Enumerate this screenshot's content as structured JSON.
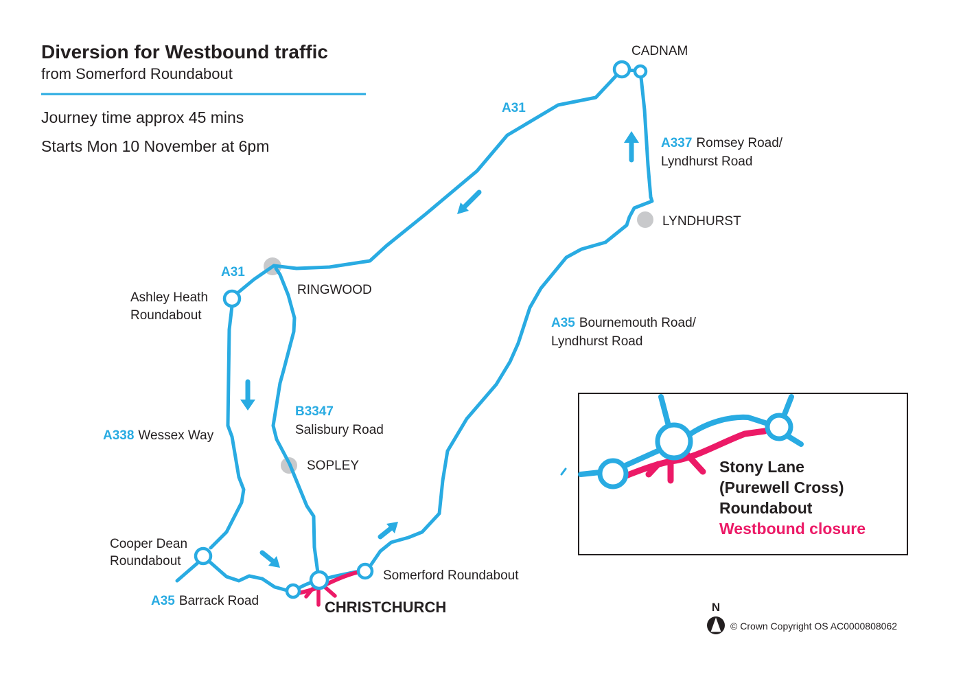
{
  "header": {
    "title": "Diversion for Westbound traffic",
    "subtitle": "from Somerford Roundabout",
    "journey_time": "Journey time approx 45 mins",
    "start_info": "Starts Mon 10 November at 6pm"
  },
  "map": {
    "places": {
      "cadnam": "CADNAM",
      "lyndhurst": "LYNDHURST",
      "ringwood": "RINGWOOD",
      "sopley": "SOPLEY",
      "christchurch": "CHRISTCHURCH"
    },
    "junctions": {
      "ashley_heath_line1": "Ashley Heath",
      "ashley_heath_line2": "Roundabout",
      "cooper_dean_line1": "Cooper Dean",
      "cooper_dean_line2": "Roundabout",
      "somerford": "Somerford Roundabout"
    },
    "roads": {
      "a31_main": "A31",
      "a31_ringwood": "A31",
      "a337_num": "A337",
      "a337_name_line1": "Romsey Road/",
      "a337_name_line2": "Lyndhurst Road",
      "a35_num": "A35",
      "a35_name_line1": "Bournemouth Road/",
      "a35_name_line2": "Lyndhurst Road",
      "a338_num": "A338",
      "a338_name": "Wessex Way",
      "b3347_num": "B3347",
      "b3347_name": "Salisbury Road",
      "a35_barrack_num": "A35",
      "a35_barrack_name": "Barrack Road"
    }
  },
  "inset": {
    "line1": "Stony Lane",
    "line2": "(Purewell Cross)",
    "line3": "Roundabout",
    "line4": "Westbound closure"
  },
  "compass": {
    "label": "N"
  },
  "copyright": "© Crown Copyright OS AC0000808062",
  "colors": {
    "route_blue": "#29ABE2",
    "closure_pink": "#EC1A67",
    "place_gray": "#C8C9CB",
    "ink": "#231F20"
  }
}
